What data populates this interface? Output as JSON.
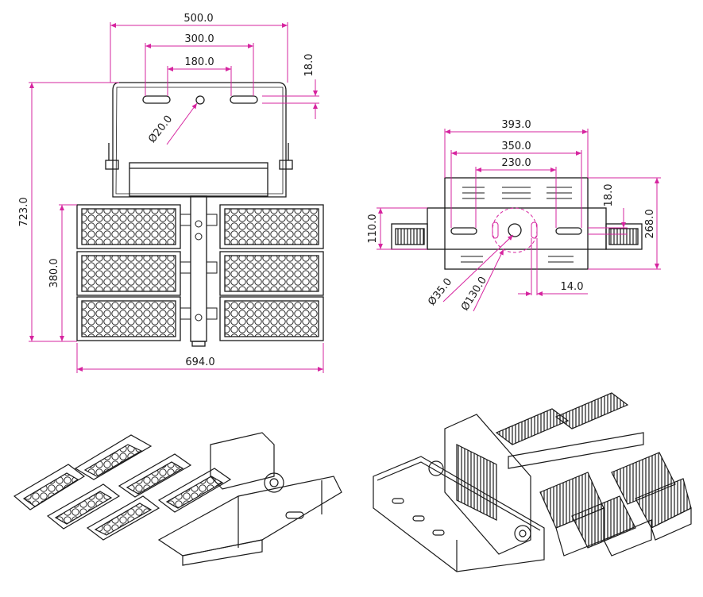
{
  "colors": {
    "dimension_line": "#d6249f",
    "outline": "#1a1a1a",
    "background": "#ffffff"
  },
  "front_view": {
    "dim_top_width": "500.0",
    "dim_slot_outer": "300.0",
    "dim_slot_inner": "180.0",
    "dim_slot_height": "18.0",
    "dim_hole": "Ø20.0",
    "dim_total_height": "723.0",
    "dim_panel_height": "380.0",
    "dim_total_width": "694.0"
  },
  "side_view": {
    "dim_width_a": "393.0",
    "dim_width_b": "350.0",
    "dim_width_c": "230.0",
    "dim_slot_height": "18.0",
    "dim_bracket_height": "110.0",
    "dim_height": "268.0",
    "dim_hole_center": "Ø35.0",
    "dim_bolt_circle": "Ø130.0",
    "dim_offset": "14.0"
  }
}
